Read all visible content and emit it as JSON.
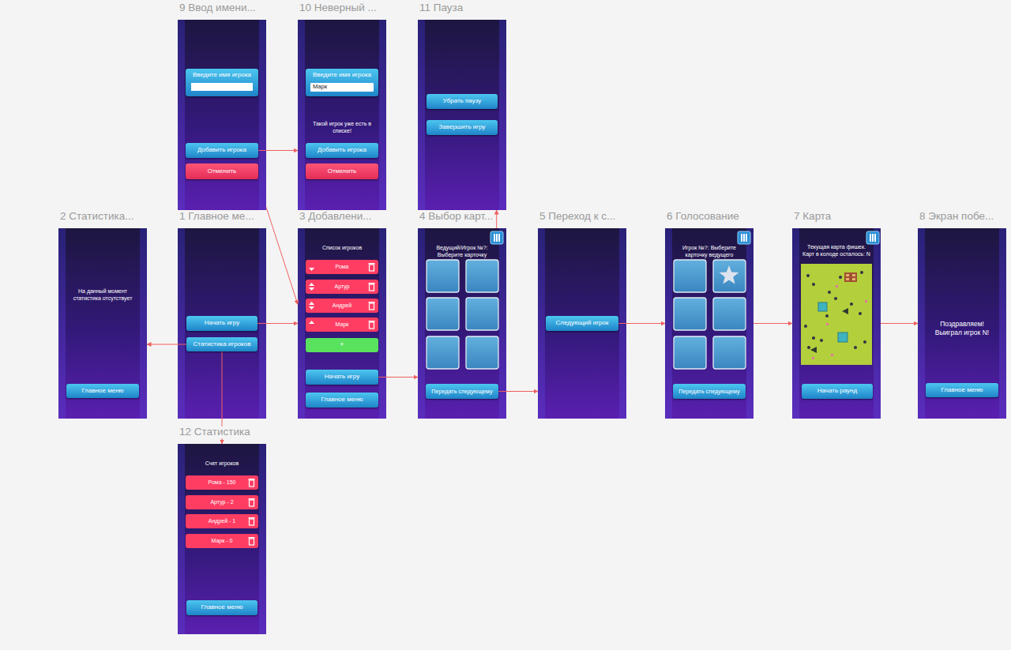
{
  "diagram": {
    "nodes": [
      {
        "text": [
          "9 Ввод имени..."
        ]
      },
      {
        "text": [
          "Введите имя игрока"
        ],
        "in": 0
      },
      {
        "text": [
          "Добавить игрока"
        ],
        "in": 0
      },
      {
        "text": [
          "Отменить"
        ],
        "in": 0
      },
      {
        "text": [
          "10 Неверный ...",
          "Такой игрок уже есть в списке!"
        ]
      },
      {
        "text": [
          "Введите имя игрока"
        ],
        "in": 4
      },
      {
        "text": [
          "Марк"
        ],
        "in": 5
      },
      {
        "text": [
          "Добавить игрока"
        ],
        "in": 4
      },
      {
        "text": [
          "Отменить"
        ],
        "in": 4
      },
      {
        "text": [
          "11 Пауза"
        ]
      },
      {
        "text": [
          "Убрать паузу"
        ],
        "in": 9
      },
      {
        "text": [
          "Завершить игру"
        ],
        "in": 9
      },
      {
        "text": [
          "2 Статистика...",
          "На данный момент статистика отсутствует"
        ]
      },
      {
        "text": [
          "Главное меню"
        ],
        "in": 12
      },
      {
        "text": [
          "1 Главное ме..."
        ]
      },
      {
        "text": [
          "Начать игру"
        ],
        "in": 14
      },
      {
        "text": [
          "Статистика игроков"
        ],
        "in": 14
      },
      {
        "text": [
          "3 Добавлени...",
          "Список игроков"
        ]
      },
      {
        "text": [
          "Рома"
        ],
        "in": 17
      },
      {
        "text": [
          "Артур"
        ],
        "in": 17
      },
      {
        "text": [
          "Андрей"
        ],
        "in": 17
      },
      {
        "text": [
          "Марк"
        ],
        "in": 17
      },
      {
        "text": [
          "+"
        ],
        "in": 17
      },
      {
        "text": [
          "Начать игру"
        ],
        "in": 17
      },
      {
        "text": [
          "Главное меню"
        ],
        "in": 17
      },
      {
        "text": [
          "4 Выбор карт...",
          "Ведущий/Игрок №?: Выберите карточку"
        ]
      },
      {
        "text": [
          "Передать следующему"
        ],
        "in": 25
      },
      {
        "text": [
          "5 Переход к с..."
        ]
      },
      {
        "text": [
          "Следующий игрок"
        ],
        "in": 27
      },
      {
        "text": [
          "6 Голосование",
          "Игрок №?: Выберите карточку ведущего"
        ]
      },
      {
        "text": [
          "Передать следующему"
        ],
        "in": 29
      },
      {
        "text": [
          "7 Карта",
          "Текущая карта фишек. Карт в колоде осталось: N"
        ]
      },
      {
        "text": [
          "Начать раунд"
        ],
        "in": 31
      },
      {
        "text": [
          "8 Экран побе...",
          "Поздравляем! Выиграл игрок N!"
        ]
      },
      {
        "text": [
          "Главное меню"
        ],
        "in": 33
      },
      {
        "text": [
          "12 Статистика",
          "Счет игроков"
        ]
      },
      {
        "text": [
          "Рома - 150"
        ],
        "in": 35
      },
      {
        "text": [
          "Артур - 2"
        ],
        "in": 35
      },
      {
        "text": [
          "Андрей - 1"
        ],
        "in": 35
      },
      {
        "text": [
          "Марк - 0"
        ],
        "in": 35
      },
      {
        "text": [
          "Главное меню"
        ],
        "in": 35
      }
    ],
    "edges": [
      {
        "from": 2,
        "to": 4,
        "arrow": "to"
      },
      {
        "from": 0,
        "to": 17,
        "arrow": "to"
      },
      {
        "from": 15,
        "to": 17,
        "arrow": "to"
      },
      {
        "from": 16,
        "to": 12,
        "arrow": "to"
      },
      {
        "from": 16,
        "to": 35,
        "arrow": "to"
      },
      {
        "from": 23,
        "to": 25,
        "arrow": "to"
      },
      {
        "from": 25,
        "to": 9,
        "arrow": "to"
      },
      {
        "from": 26,
        "to": 27,
        "arrow": "to"
      },
      {
        "from": 28,
        "to": 29,
        "arrow": "to"
      },
      {
        "from": 29,
        "to": 31,
        "arrow": "to"
      },
      {
        "from": 31,
        "to": 33,
        "arrow": "to"
      }
    ]
  }
}
